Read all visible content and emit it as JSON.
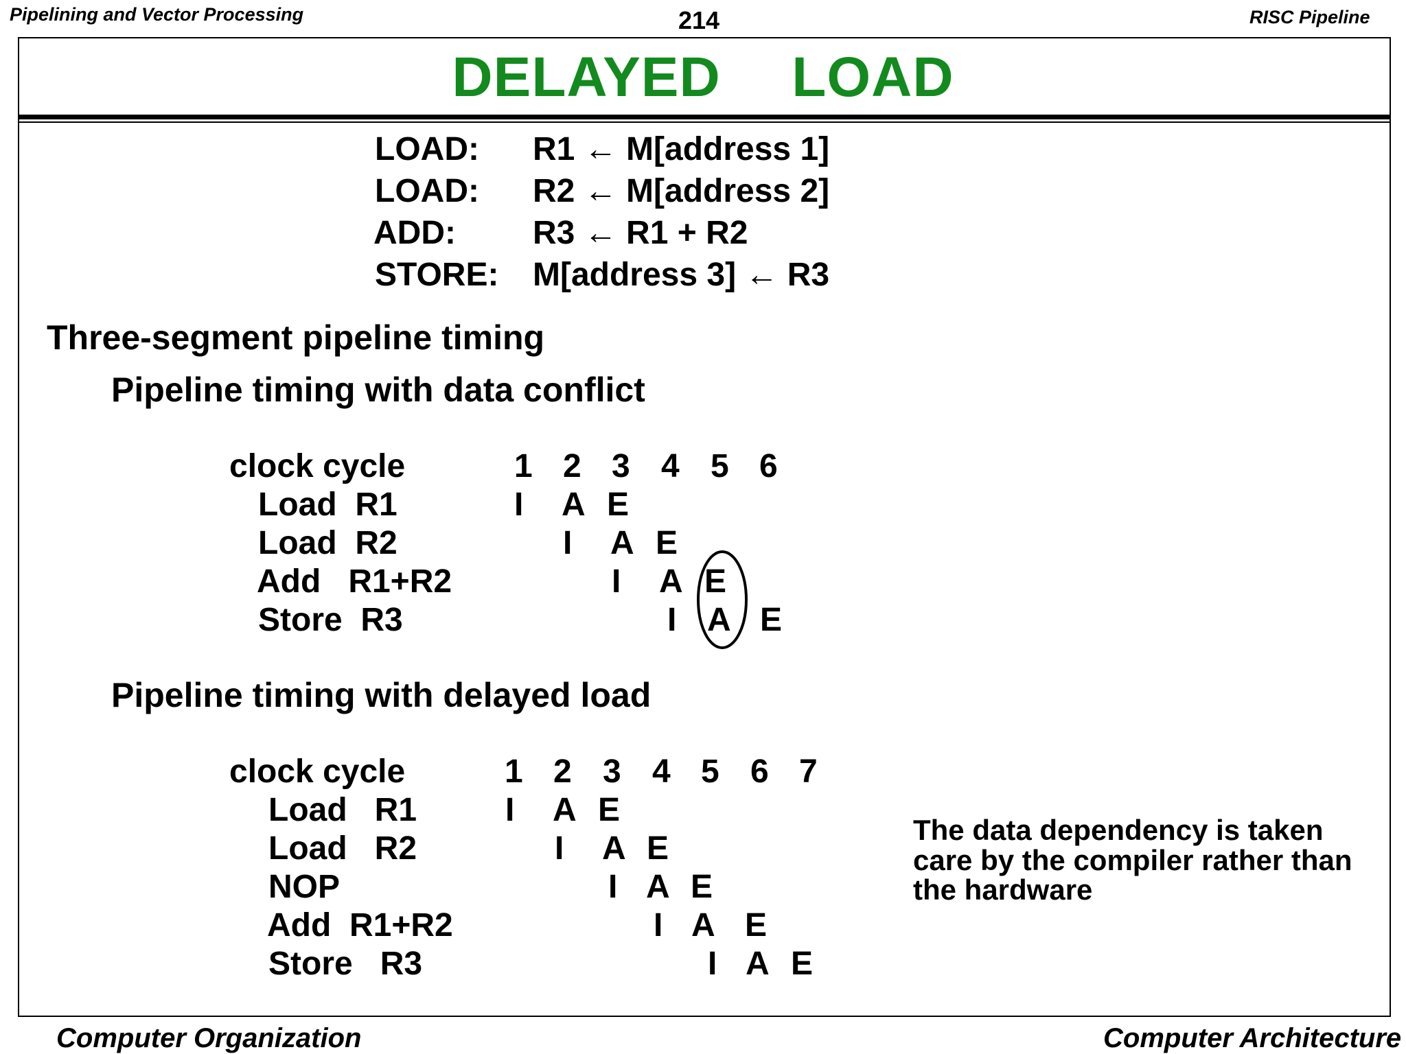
{
  "header": {
    "left": "Pipelining and Vector Processing",
    "page_number": "214",
    "right": "RISC Pipeline"
  },
  "title": "DELAYED  LOAD",
  "instructions": [
    {
      "op": "LOAD:",
      "expr": "R1 ← M[address 1]"
    },
    {
      "op": "LOAD:",
      "expr": "R2 ← M[address 2]"
    },
    {
      "op": "ADD:",
      "expr": "R3 ← R1 + R2"
    },
    {
      "op": "STORE:",
      "expr": "M[address 3] ← R3"
    }
  ],
  "section_heading": "Three-segment pipeline timing",
  "conflict": {
    "heading": "Pipeline timing with data conflict",
    "header_label": "clock cycle",
    "cycles": [
      "1",
      "2",
      "3",
      "4",
      "5",
      "6"
    ],
    "rows": [
      {
        "label": "Load  R1",
        "stages": [
          "I",
          "A",
          "E"
        ]
      },
      {
        "label": "Load  R2",
        "stages": [
          "I",
          "A",
          "E"
        ]
      },
      {
        "label": "Add   R1+R2",
        "stages": [
          "I",
          "A",
          "E"
        ]
      },
      {
        "label": "Store  R3",
        "stages": [
          "I",
          "A",
          "E"
        ]
      }
    ]
  },
  "delayed": {
    "heading": "Pipeline timing with delayed load",
    "header_label": "clock cycle",
    "cycles": [
      "1",
      "2",
      "3",
      "4",
      "5",
      "6",
      "7"
    ],
    "rows": [
      {
        "label": "Load   R1",
        "stages": [
          "I",
          "A",
          "E"
        ]
      },
      {
        "label": "Load   R2",
        "stages": [
          "I",
          "A",
          "E"
        ]
      },
      {
        "label": "NOP",
        "stages": [
          "I",
          "A",
          "E"
        ]
      },
      {
        "label": "Add  R1+R2",
        "stages": [
          "I",
          "A",
          "E"
        ]
      },
      {
        "label": "Store   R3",
        "stages": [
          "I",
          "A",
          "E"
        ]
      }
    ]
  },
  "note": "The data dependency is taken care by the compiler rather than the hardware",
  "footer": {
    "left": "Computer Organization",
    "right": "Computer Architecture"
  }
}
